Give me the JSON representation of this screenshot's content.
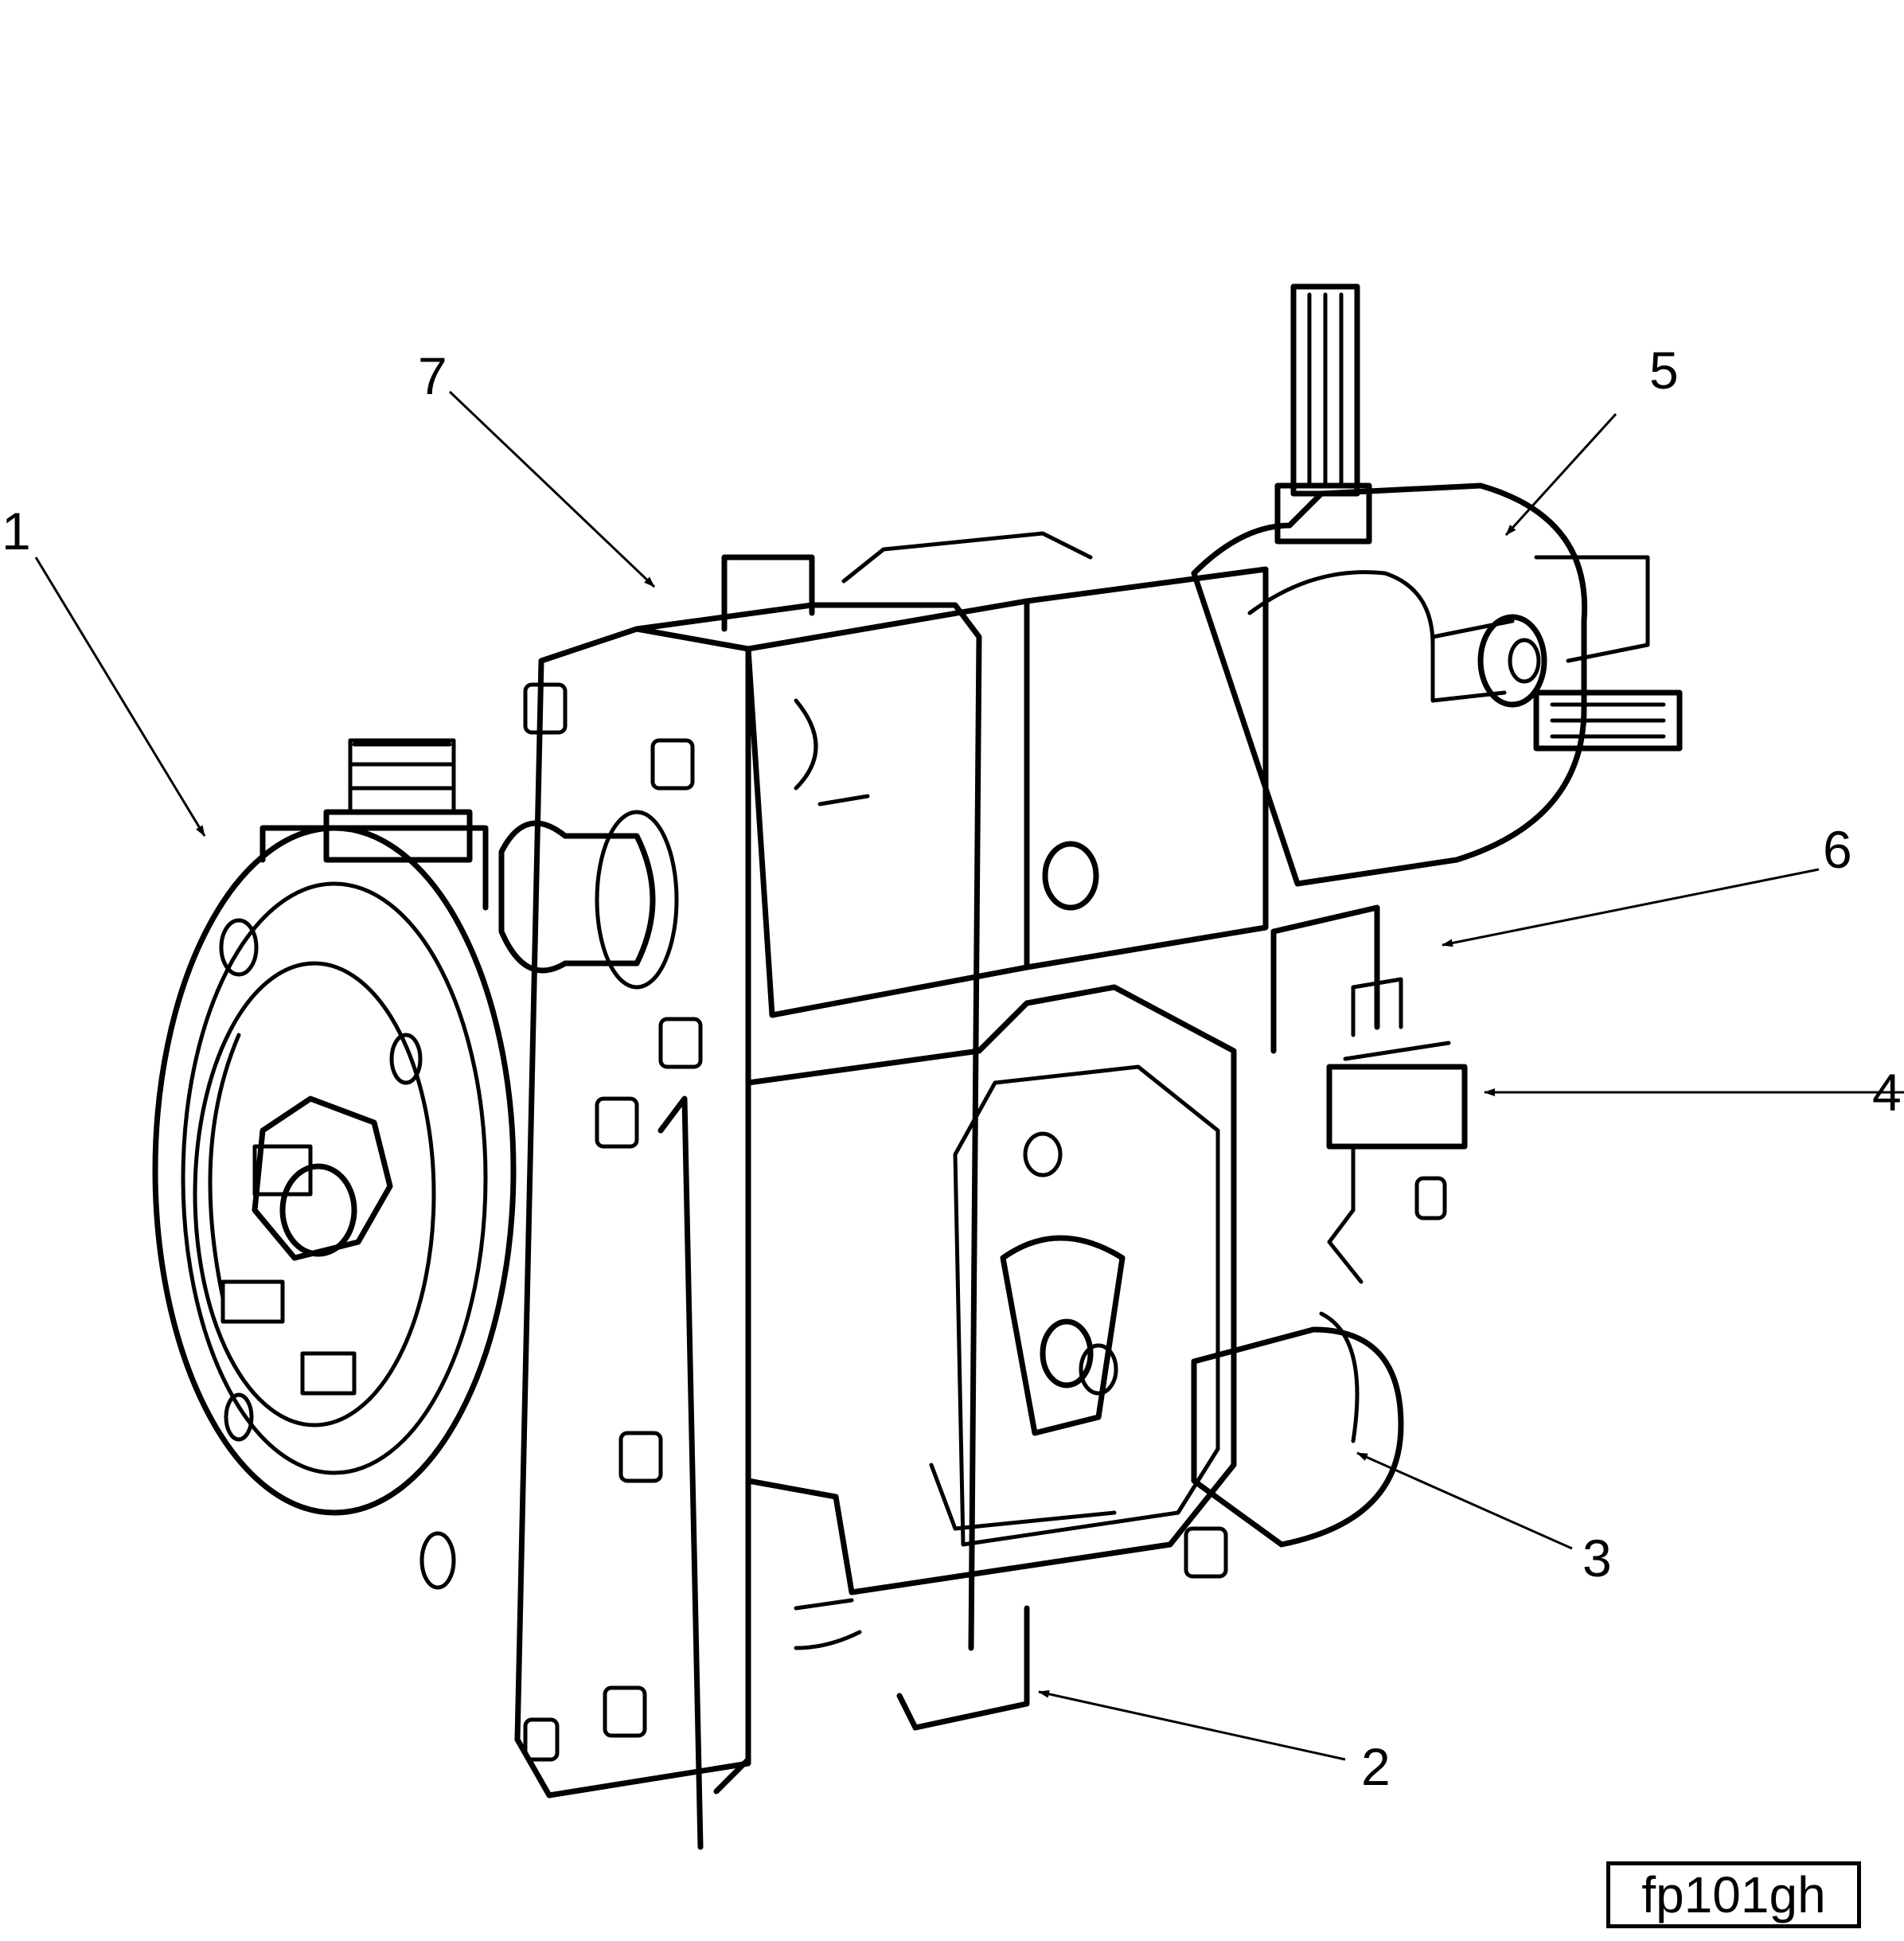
{
  "figure_id": "fp101gh",
  "callouts": [
    {
      "id": "c1",
      "label": "1"
    },
    {
      "id": "c2",
      "label": "2"
    },
    {
      "id": "c3",
      "label": "3"
    },
    {
      "id": "c4",
      "label": "4"
    },
    {
      "id": "c5",
      "label": "5"
    },
    {
      "id": "c6",
      "label": "6"
    },
    {
      "id": "c7",
      "label": "7"
    }
  ]
}
